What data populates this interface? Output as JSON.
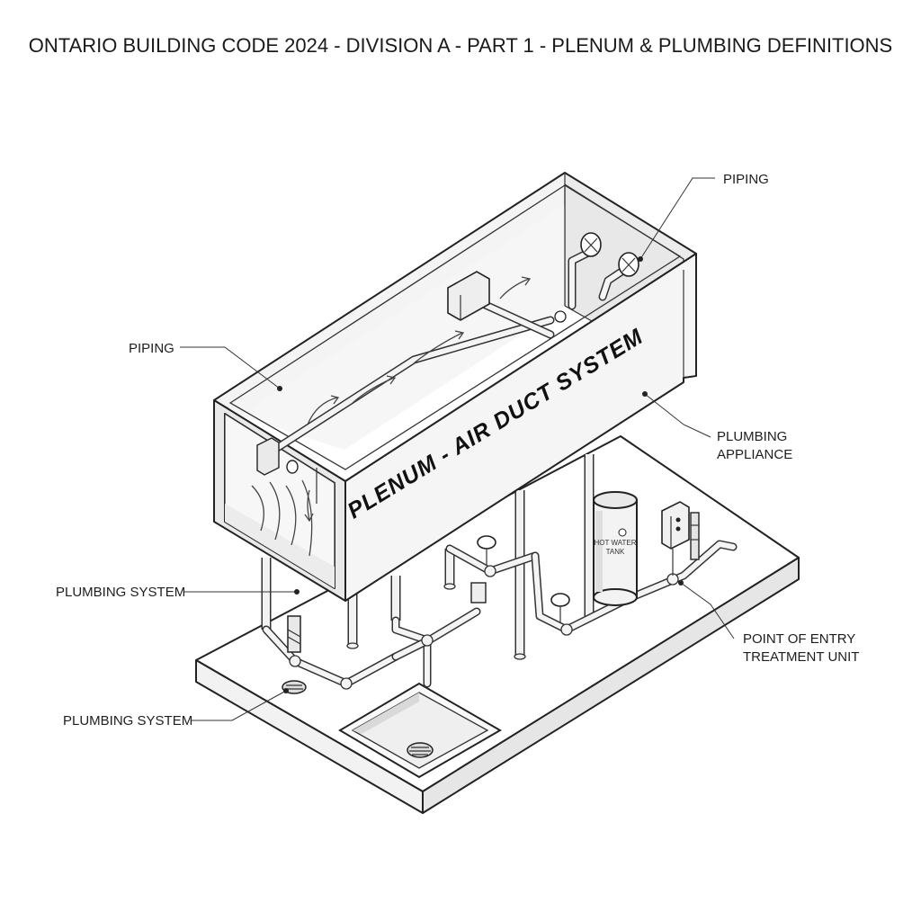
{
  "header": {
    "title": "ONTARIO BUILDING CODE 2024 - DIVISION A - PART 1 - PLENUM & PLUMBING DEFINITIONS"
  },
  "duct": {
    "label": "PLENUM - AIR DUCT SYSTEM"
  },
  "tank": {
    "label_line1": "HOT WATER",
    "label_line2": "TANK"
  },
  "callouts": {
    "piping_top_right": "PIPING",
    "piping_left": "PIPING",
    "plumbing_appliance_line1": "PLUMBING",
    "plumbing_appliance_line2": "APPLIANCE",
    "plumbing_system_upper": "PLUMBING SYSTEM",
    "point_of_entry_line1": "POINT OF ENTRY",
    "point_of_entry_line2": "TREATMENT UNIT",
    "plumbing_system_lower": "PLUMBING SYSTEM"
  }
}
